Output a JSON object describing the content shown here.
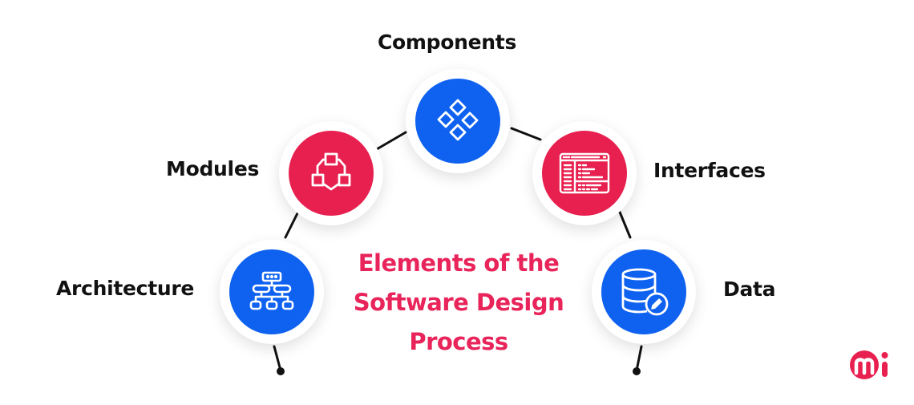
{
  "diagram": {
    "title_lines": [
      "Elements of the",
      "Software Design",
      "Process"
    ],
    "nodes": [
      {
        "label": "Architecture",
        "icon": "hierarchy-chart-icon",
        "color": "#0f62f0"
      },
      {
        "label": "Modules",
        "icon": "module-network-icon",
        "color": "#e8204f"
      },
      {
        "label": "Components",
        "icon": "components-diamonds-icon",
        "color": "#0f62f0"
      },
      {
        "label": "Interfaces",
        "icon": "interface-window-icon",
        "color": "#e8204f"
      },
      {
        "label": "Data",
        "icon": "database-edit-icon",
        "color": "#0f62f0"
      }
    ],
    "colors": {
      "blue": "#0f62f0",
      "red": "#e8204f",
      "title": "#e8245a",
      "connector": "#111111"
    }
  },
  "logo": {
    "text": "mi",
    "color": "#e8204f"
  }
}
